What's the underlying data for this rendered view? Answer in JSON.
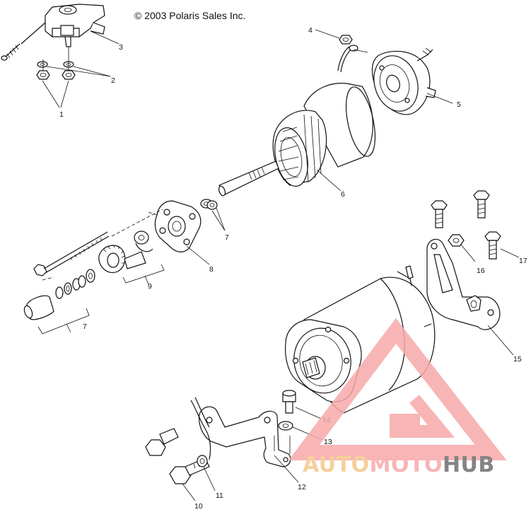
{
  "copyright": "© 2003 Polaris Sales Inc.",
  "watermark": {
    "brand_part1": "AUTO",
    "brand_part2": "MOTO",
    "brand_part3": "HUB",
    "color_light": "#f7a9a9",
    "color_orange": "#f5c78a",
    "color_dark": "#6e6e6e"
  },
  "callouts": [
    "1",
    "2",
    "3",
    "4",
    "5",
    "6",
    "7",
    "7",
    "7",
    "8",
    "9",
    "10",
    "11",
    "12",
    "13",
    "14",
    "15",
    "16",
    "17"
  ]
}
